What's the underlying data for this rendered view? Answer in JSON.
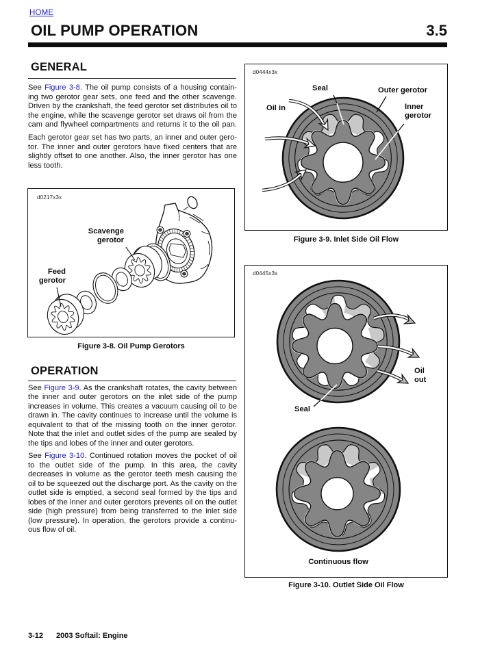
{
  "header": {
    "home_link": "HOME",
    "title": "OIL PUMP OPERATION",
    "section_number": "3.5"
  },
  "links": [
    "Figure 3-8.",
    "Figure 3-9.",
    "Figure 3-10."
  ],
  "general": {
    "heading": "GENERAL",
    "p1_lines": [
      "See Figure 3-8. The oil pump consists of a housing contain-",
      "ing two gerotor gear sets, one feed and the other scavenge.",
      "Driven by the crankshaft, the feed gerotor set distributes oil to",
      "the engine, while the scavenge gerotor set draws oil from the",
      "cam and flywheel compartments and returns it to the oil pan."
    ],
    "p2_lines": [
      "Each gerotor gear set has two parts, an inner and outer gero-",
      "tor. The inner and outer gerotors have fixed centers that are",
      "slightly offset to one another. Also, the inner gerotor has one",
      "less tooth."
    ]
  },
  "operation": {
    "heading": "OPERATION",
    "p1_lines": [
      "See Figure 3-9. As the crankshaft rotates, the cavity between",
      "the inner and outer gerotors on the inlet side of the pump",
      "increases in volume. This creates a vacuum causing oil to be",
      "drawn in. The cavity continues to increase until the volume is",
      "equivalent to that of the missing tooth on the inner gerotor.",
      "Note that the inlet and outlet sides of the pump are sealed by",
      "the tips and lobes of the inner and outer gerotors."
    ],
    "p2_lines": [
      "See Figure 3-10. Continued rotation moves the pocket of oil",
      "to the outlet side of the pump. In this area, the cavity",
      "decreases in volume as the gerotor teeth mesh causing the",
      "oil to be squeezed out the discharge port. As the cavity on the",
      "outlet side is emptied, a second seal formed by the tips and",
      "lobes of the inner and outer gerotors prevents oil on the outlet",
      "side (high pressure) from being transferred to the inlet side",
      "(low pressure). In operation, the gerotors provide a continu-",
      "ous flow of oil."
    ]
  },
  "figure_3_8": {
    "code": "d0217x3x",
    "caption": "Figure 3-8. Oil Pump Gerotors",
    "label_scavenge": "Scavenge\ngerotor",
    "label_feed": "Feed\ngerotor"
  },
  "figure_3_9": {
    "code": "d0444x3x",
    "caption": "Figure 3-9. Inlet Side Oil Flow",
    "label_seal": "Seal",
    "label_outer": "Outer gerotor",
    "label_oil_in": "Oil in",
    "label_inner": "Inner\ngerotor"
  },
  "figure_3_10": {
    "code": "d0445x3x",
    "caption": "Figure 3-10. Outlet Side Oil Flow",
    "label_oil_out": "Oil\nout",
    "label_seal": "Seal",
    "label_continuous_flow": "Continuous flow"
  },
  "footer": {
    "page_number": "3-12",
    "chapter": "2003 Softail: Engine"
  },
  "colors": {
    "link_blue": "#2222cc",
    "gerotor_gray": "#858585",
    "cavity_light_gray": "#c8c8c8",
    "ink": "#111111"
  }
}
